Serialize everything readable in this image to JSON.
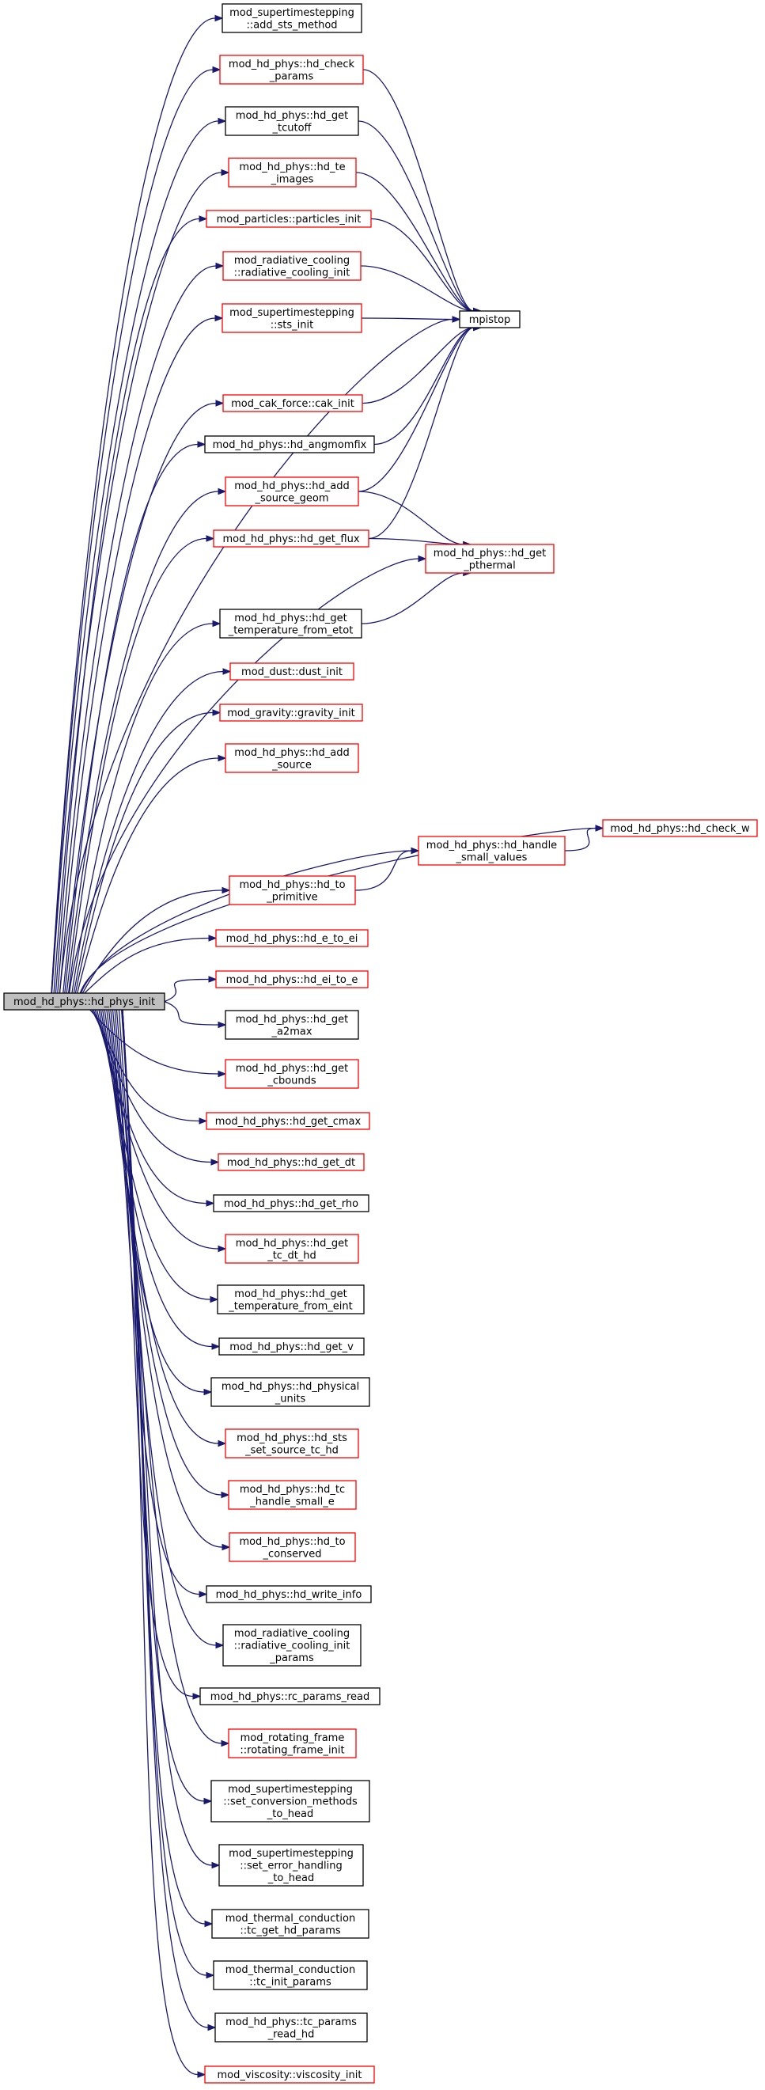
{
  "colors": {
    "edge": "#191970",
    "border_documented": "#000000",
    "border_incomplete": "#ff0000",
    "root_fill": "#bfbfbf",
    "node_fill": "#ffffff"
  },
  "nodes": [
    {
      "id": "root",
      "lines": [
        "mod_hd_phys::hd_phys_init"
      ],
      "border": "root"
    },
    {
      "id": "add_sts_method",
      "lines": [
        "mod_supertimestepping",
        "::add_sts_method"
      ],
      "border": "black"
    },
    {
      "id": "hd_check_params",
      "lines": [
        "mod_hd_phys::hd_check",
        "_params"
      ],
      "border": "red"
    },
    {
      "id": "hd_get_tcutoff",
      "lines": [
        "mod_hd_phys::hd_get",
        "_tcutoff"
      ],
      "border": "black"
    },
    {
      "id": "hd_te_images",
      "lines": [
        "mod_hd_phys::hd_te",
        "_images"
      ],
      "border": "red"
    },
    {
      "id": "particles_init",
      "lines": [
        "mod_particles::particles_init"
      ],
      "border": "red"
    },
    {
      "id": "radiative_cooling_init",
      "lines": [
        "mod_radiative_cooling",
        "::radiative_cooling_init"
      ],
      "border": "red"
    },
    {
      "id": "sts_init",
      "lines": [
        "mod_supertimestepping",
        "::sts_init"
      ],
      "border": "red"
    },
    {
      "id": "mpistop",
      "lines": [
        "mpistop"
      ],
      "border": "black"
    },
    {
      "id": "cak_init",
      "lines": [
        "mod_cak_force::cak_init"
      ],
      "border": "red"
    },
    {
      "id": "hd_angmomfix",
      "lines": [
        "mod_hd_phys::hd_angmomfix"
      ],
      "border": "black"
    },
    {
      "id": "hd_add_source_geom",
      "lines": [
        "mod_hd_phys::hd_add",
        "_source_geom"
      ],
      "border": "red"
    },
    {
      "id": "hd_get_flux",
      "lines": [
        "mod_hd_phys::hd_get_flux"
      ],
      "border": "red"
    },
    {
      "id": "hd_get_pthermal",
      "lines": [
        "mod_hd_phys::hd_get",
        "_pthermal"
      ],
      "border": "red"
    },
    {
      "id": "hd_get_temperature_from_etot",
      "lines": [
        "mod_hd_phys::hd_get",
        "_temperature_from_etot"
      ],
      "border": "black"
    },
    {
      "id": "dust_init",
      "lines": [
        "mod_dust::dust_init"
      ],
      "border": "red"
    },
    {
      "id": "gravity_init",
      "lines": [
        "mod_gravity::gravity_init"
      ],
      "border": "red"
    },
    {
      "id": "hd_add_source",
      "lines": [
        "mod_hd_phys::hd_add",
        "_source"
      ],
      "border": "red"
    },
    {
      "id": "hd_check_w",
      "lines": [
        "mod_hd_phys::hd_check_w"
      ],
      "border": "red"
    },
    {
      "id": "hd_handle_small_values",
      "lines": [
        "mod_hd_phys::hd_handle",
        "_small_values"
      ],
      "border": "red"
    },
    {
      "id": "hd_to_primitive",
      "lines": [
        "mod_hd_phys::hd_to",
        "_primitive"
      ],
      "border": "red"
    },
    {
      "id": "hd_e_to_ei",
      "lines": [
        "mod_hd_phys::hd_e_to_ei"
      ],
      "border": "red"
    },
    {
      "id": "hd_ei_to_e",
      "lines": [
        "mod_hd_phys::hd_ei_to_e"
      ],
      "border": "red"
    },
    {
      "id": "hd_get_a2max",
      "lines": [
        "mod_hd_phys::hd_get",
        "_a2max"
      ],
      "border": "black"
    },
    {
      "id": "hd_get_cbounds",
      "lines": [
        "mod_hd_phys::hd_get",
        "_cbounds"
      ],
      "border": "red"
    },
    {
      "id": "hd_get_cmax",
      "lines": [
        "mod_hd_phys::hd_get_cmax"
      ],
      "border": "red"
    },
    {
      "id": "hd_get_dt",
      "lines": [
        "mod_hd_phys::hd_get_dt"
      ],
      "border": "red"
    },
    {
      "id": "hd_get_rho",
      "lines": [
        "mod_hd_phys::hd_get_rho"
      ],
      "border": "black"
    },
    {
      "id": "hd_get_tc_dt_hd",
      "lines": [
        "mod_hd_phys::hd_get",
        "_tc_dt_hd"
      ],
      "border": "red"
    },
    {
      "id": "hd_get_temperature_from_eint",
      "lines": [
        "mod_hd_phys::hd_get",
        "_temperature_from_eint"
      ],
      "border": "black"
    },
    {
      "id": "hd_get_v",
      "lines": [
        "mod_hd_phys::hd_get_v"
      ],
      "border": "black"
    },
    {
      "id": "hd_physical_units",
      "lines": [
        "mod_hd_phys::hd_physical",
        "_units"
      ],
      "border": "black"
    },
    {
      "id": "hd_sts_set_source_tc_hd",
      "lines": [
        "mod_hd_phys::hd_sts",
        "_set_source_tc_hd"
      ],
      "border": "red"
    },
    {
      "id": "hd_tc_handle_small_e",
      "lines": [
        "mod_hd_phys::hd_tc",
        "_handle_small_e"
      ],
      "border": "red"
    },
    {
      "id": "hd_to_conserved",
      "lines": [
        "mod_hd_phys::hd_to",
        "_conserved"
      ],
      "border": "red"
    },
    {
      "id": "hd_write_info",
      "lines": [
        "mod_hd_phys::hd_write_info"
      ],
      "border": "black"
    },
    {
      "id": "radiative_cooling_init_params",
      "lines": [
        "mod_radiative_cooling",
        "::radiative_cooling_init",
        "_params"
      ],
      "border": "black"
    },
    {
      "id": "rc_params_read",
      "lines": [
        "mod_hd_phys::rc_params_read"
      ],
      "border": "black"
    },
    {
      "id": "rotating_frame_init",
      "lines": [
        "mod_rotating_frame",
        "::rotating_frame_init"
      ],
      "border": "red"
    },
    {
      "id": "set_conversion_methods_to_head",
      "lines": [
        "mod_supertimestepping",
        "::set_conversion_methods",
        "_to_head"
      ],
      "border": "black"
    },
    {
      "id": "set_error_handling_to_head",
      "lines": [
        "mod_supertimestepping",
        "::set_error_handling",
        "_to_head"
      ],
      "border": "black"
    },
    {
      "id": "tc_get_hd_params",
      "lines": [
        "mod_thermal_conduction",
        "::tc_get_hd_params"
      ],
      "border": "black"
    },
    {
      "id": "tc_init_params",
      "lines": [
        "mod_thermal_conduction",
        "::tc_init_params"
      ],
      "border": "black"
    },
    {
      "id": "tc_params_read_hd",
      "lines": [
        "mod_hd_phys::tc_params",
        "_read_hd"
      ],
      "border": "black"
    },
    {
      "id": "viscosity_init",
      "lines": [
        "mod_viscosity::viscosity_init"
      ],
      "border": "red"
    }
  ],
  "edges": [
    [
      "root",
      "add_sts_method"
    ],
    [
      "root",
      "hd_check_params"
    ],
    [
      "root",
      "hd_get_tcutoff"
    ],
    [
      "root",
      "hd_te_images"
    ],
    [
      "root",
      "particles_init"
    ],
    [
      "root",
      "radiative_cooling_init"
    ],
    [
      "root",
      "sts_init"
    ],
    [
      "root",
      "mpistop"
    ],
    [
      "root",
      "cak_init"
    ],
    [
      "root",
      "hd_angmomfix"
    ],
    [
      "root",
      "hd_add_source_geom"
    ],
    [
      "root",
      "hd_get_flux"
    ],
    [
      "root",
      "hd_get_pthermal"
    ],
    [
      "root",
      "hd_get_temperature_from_etot"
    ],
    [
      "root",
      "dust_init"
    ],
    [
      "root",
      "gravity_init"
    ],
    [
      "root",
      "hd_add_source"
    ],
    [
      "root",
      "hd_check_w"
    ],
    [
      "root",
      "hd_handle_small_values"
    ],
    [
      "root",
      "hd_to_primitive"
    ],
    [
      "root",
      "hd_e_to_ei"
    ],
    [
      "root",
      "hd_ei_to_e"
    ],
    [
      "root",
      "hd_get_a2max"
    ],
    [
      "root",
      "hd_get_cbounds"
    ],
    [
      "root",
      "hd_get_cmax"
    ],
    [
      "root",
      "hd_get_dt"
    ],
    [
      "root",
      "hd_get_rho"
    ],
    [
      "root",
      "hd_get_tc_dt_hd"
    ],
    [
      "root",
      "hd_get_temperature_from_eint"
    ],
    [
      "root",
      "hd_get_v"
    ],
    [
      "root",
      "hd_physical_units"
    ],
    [
      "root",
      "hd_sts_set_source_tc_hd"
    ],
    [
      "root",
      "hd_tc_handle_small_e"
    ],
    [
      "root",
      "hd_to_conserved"
    ],
    [
      "root",
      "hd_write_info"
    ],
    [
      "root",
      "radiative_cooling_init_params"
    ],
    [
      "root",
      "rc_params_read"
    ],
    [
      "root",
      "rotating_frame_init"
    ],
    [
      "root",
      "set_conversion_methods_to_head"
    ],
    [
      "root",
      "set_error_handling_to_head"
    ],
    [
      "root",
      "tc_get_hd_params"
    ],
    [
      "root",
      "tc_init_params"
    ],
    [
      "root",
      "tc_params_read_hd"
    ],
    [
      "root",
      "viscosity_init"
    ],
    [
      "hd_check_params",
      "mpistop"
    ],
    [
      "hd_get_tcutoff",
      "mpistop"
    ],
    [
      "hd_te_images",
      "mpistop"
    ],
    [
      "particles_init",
      "mpistop"
    ],
    [
      "radiative_cooling_init",
      "mpistop"
    ],
    [
      "sts_init",
      "mpistop"
    ],
    [
      "cak_init",
      "mpistop"
    ],
    [
      "hd_angmomfix",
      "mpistop"
    ],
    [
      "hd_add_source_geom",
      "mpistop"
    ],
    [
      "hd_get_flux",
      "mpistop"
    ],
    [
      "hd_add_source_geom",
      "hd_get_pthermal"
    ],
    [
      "hd_get_flux",
      "hd_get_pthermal"
    ],
    [
      "hd_get_temperature_from_etot",
      "hd_get_pthermal"
    ],
    [
      "hd_handle_small_values",
      "hd_check_w"
    ],
    [
      "hd_to_primitive",
      "hd_handle_small_values"
    ]
  ]
}
